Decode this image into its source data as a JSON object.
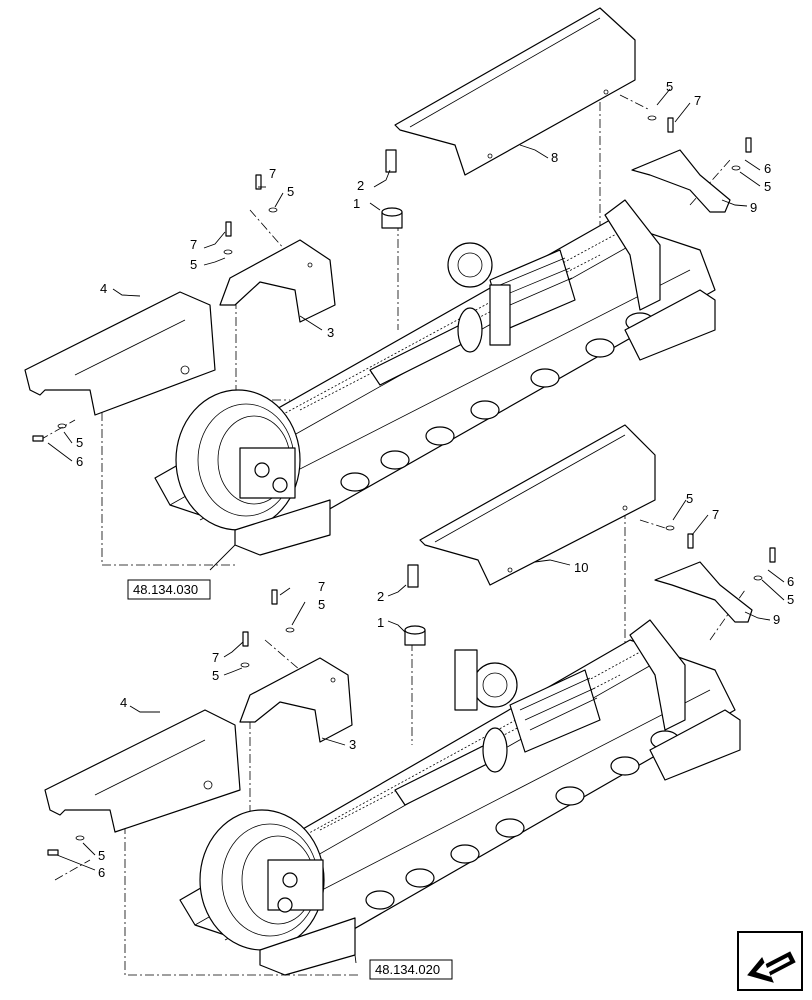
{
  "upper_assembly": {
    "callouts": {
      "c1": "1",
      "c2": "2",
      "c3": "3",
      "c4": "4",
      "c5a": "5",
      "c5b": "5",
      "c5c": "5",
      "c5d": "5",
      "c5e": "5",
      "c6a": "6",
      "c6b": "6",
      "c7a": "7",
      "c7b": "7",
      "c7c": "7",
      "c8": "8",
      "c9": "9"
    },
    "reference": "48.134.030"
  },
  "lower_assembly": {
    "callouts": {
      "c1": "1",
      "c2": "2",
      "c3": "3",
      "c4": "4",
      "c5a": "5",
      "c5b": "5",
      "c5c": "5",
      "c5d": "5",
      "c5e": "5",
      "c6a": "6",
      "c6b": "6",
      "c7a": "7",
      "c7b": "7",
      "c7c": "7",
      "c9": "9",
      "c10": "10"
    },
    "reference": "48.134.020"
  },
  "nav_icon": "arrow-return-icon"
}
